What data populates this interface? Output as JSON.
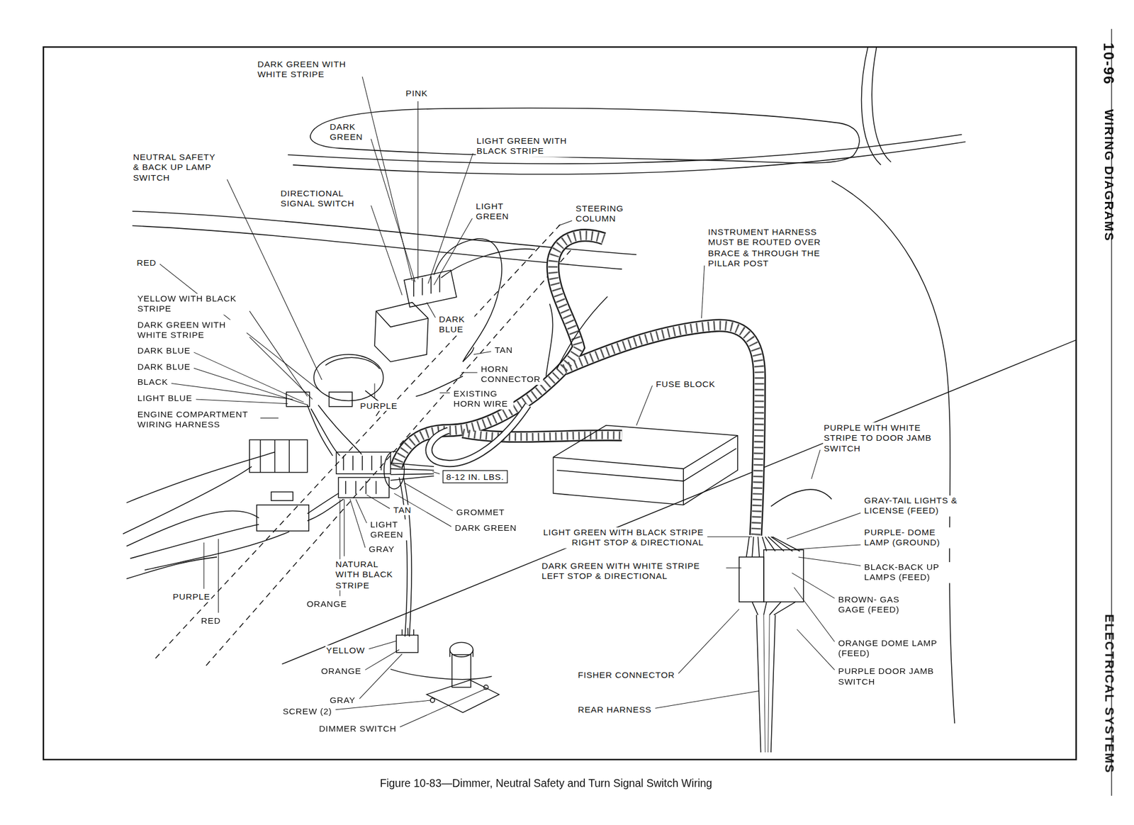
{
  "diagram": {
    "caption": "Figure 10-83—Dimmer, Neutral Safety and Turn Signal Switch Wiring",
    "nodes": [
      {
        "text": [
          "8-12 IN. LBS."
        ]
      }
    ],
    "labels": [
      "DARK GREEN WITH WHITE STRIPE",
      "PINK",
      "DARK GREEN",
      "LIGHT GREEN WITH BLACK STRIPE",
      "NEUTRAL SAFETY & BACK UP LAMP SWITCH",
      "DIRECTIONAL SIGNAL SWITCH",
      "LIGHT GREEN",
      "STEERING COLUMN",
      "INSTRUMENT HARNESS MUST BE ROUTED OVER BRACE & THROUGH THE PILLAR POST",
      "RED",
      "YELLOW WITH BLACK STRIPE",
      "DARK GREEN WITH WHITE STRIPE",
      "DARK BLUE",
      "DARK BLUE",
      "BLACK",
      "LIGHT BLUE",
      "ENGINE COMPARTMENT WIRING HARNESS",
      "DARK BLUE",
      "TAN",
      "HORN CONNECTOR",
      "EXISTING HORN WIRE",
      "PURPLE",
      "FUSE BLOCK",
      "PURPLE WITH WHITE STRIPE TO DOOR JAMB SWITCH",
      "TAN",
      "GROMMET",
      "LIGHT GREEN",
      "DARK GREEN",
      "GRAY",
      "NATURAL WITH BLACK STRIPE",
      "PURPLE",
      "ORANGE",
      "RED",
      "GRAY-TAIL LIGHTS & LICENSE (FEED)",
      "PURPLE- DOME LAMP (GROUND)",
      "LIGHT GREEN WITH BLACK STRIPE RIGHT STOP & DIRECTIONAL",
      "DARK GREEN WITH WHITE STRIPE LEFT STOP & DIRECTIONAL",
      "BLACK-BACK UP LAMPS (FEED)",
      "BROWN- GAS GAGE (FEED)",
      "ORANGE DOME LAMP (FEED)",
      "PURPLE DOOR JAMB SWITCH",
      "FISHER CONNECTOR",
      "REAR HARNESS",
      "YELLOW",
      "ORANGE",
      "GRAY",
      "SCREW (2)",
      "DIMMER SWITCH",
      "10-96",
      "WIRING DIAGRAMS",
      "ELECTRICAL SYSTEMS"
    ]
  }
}
